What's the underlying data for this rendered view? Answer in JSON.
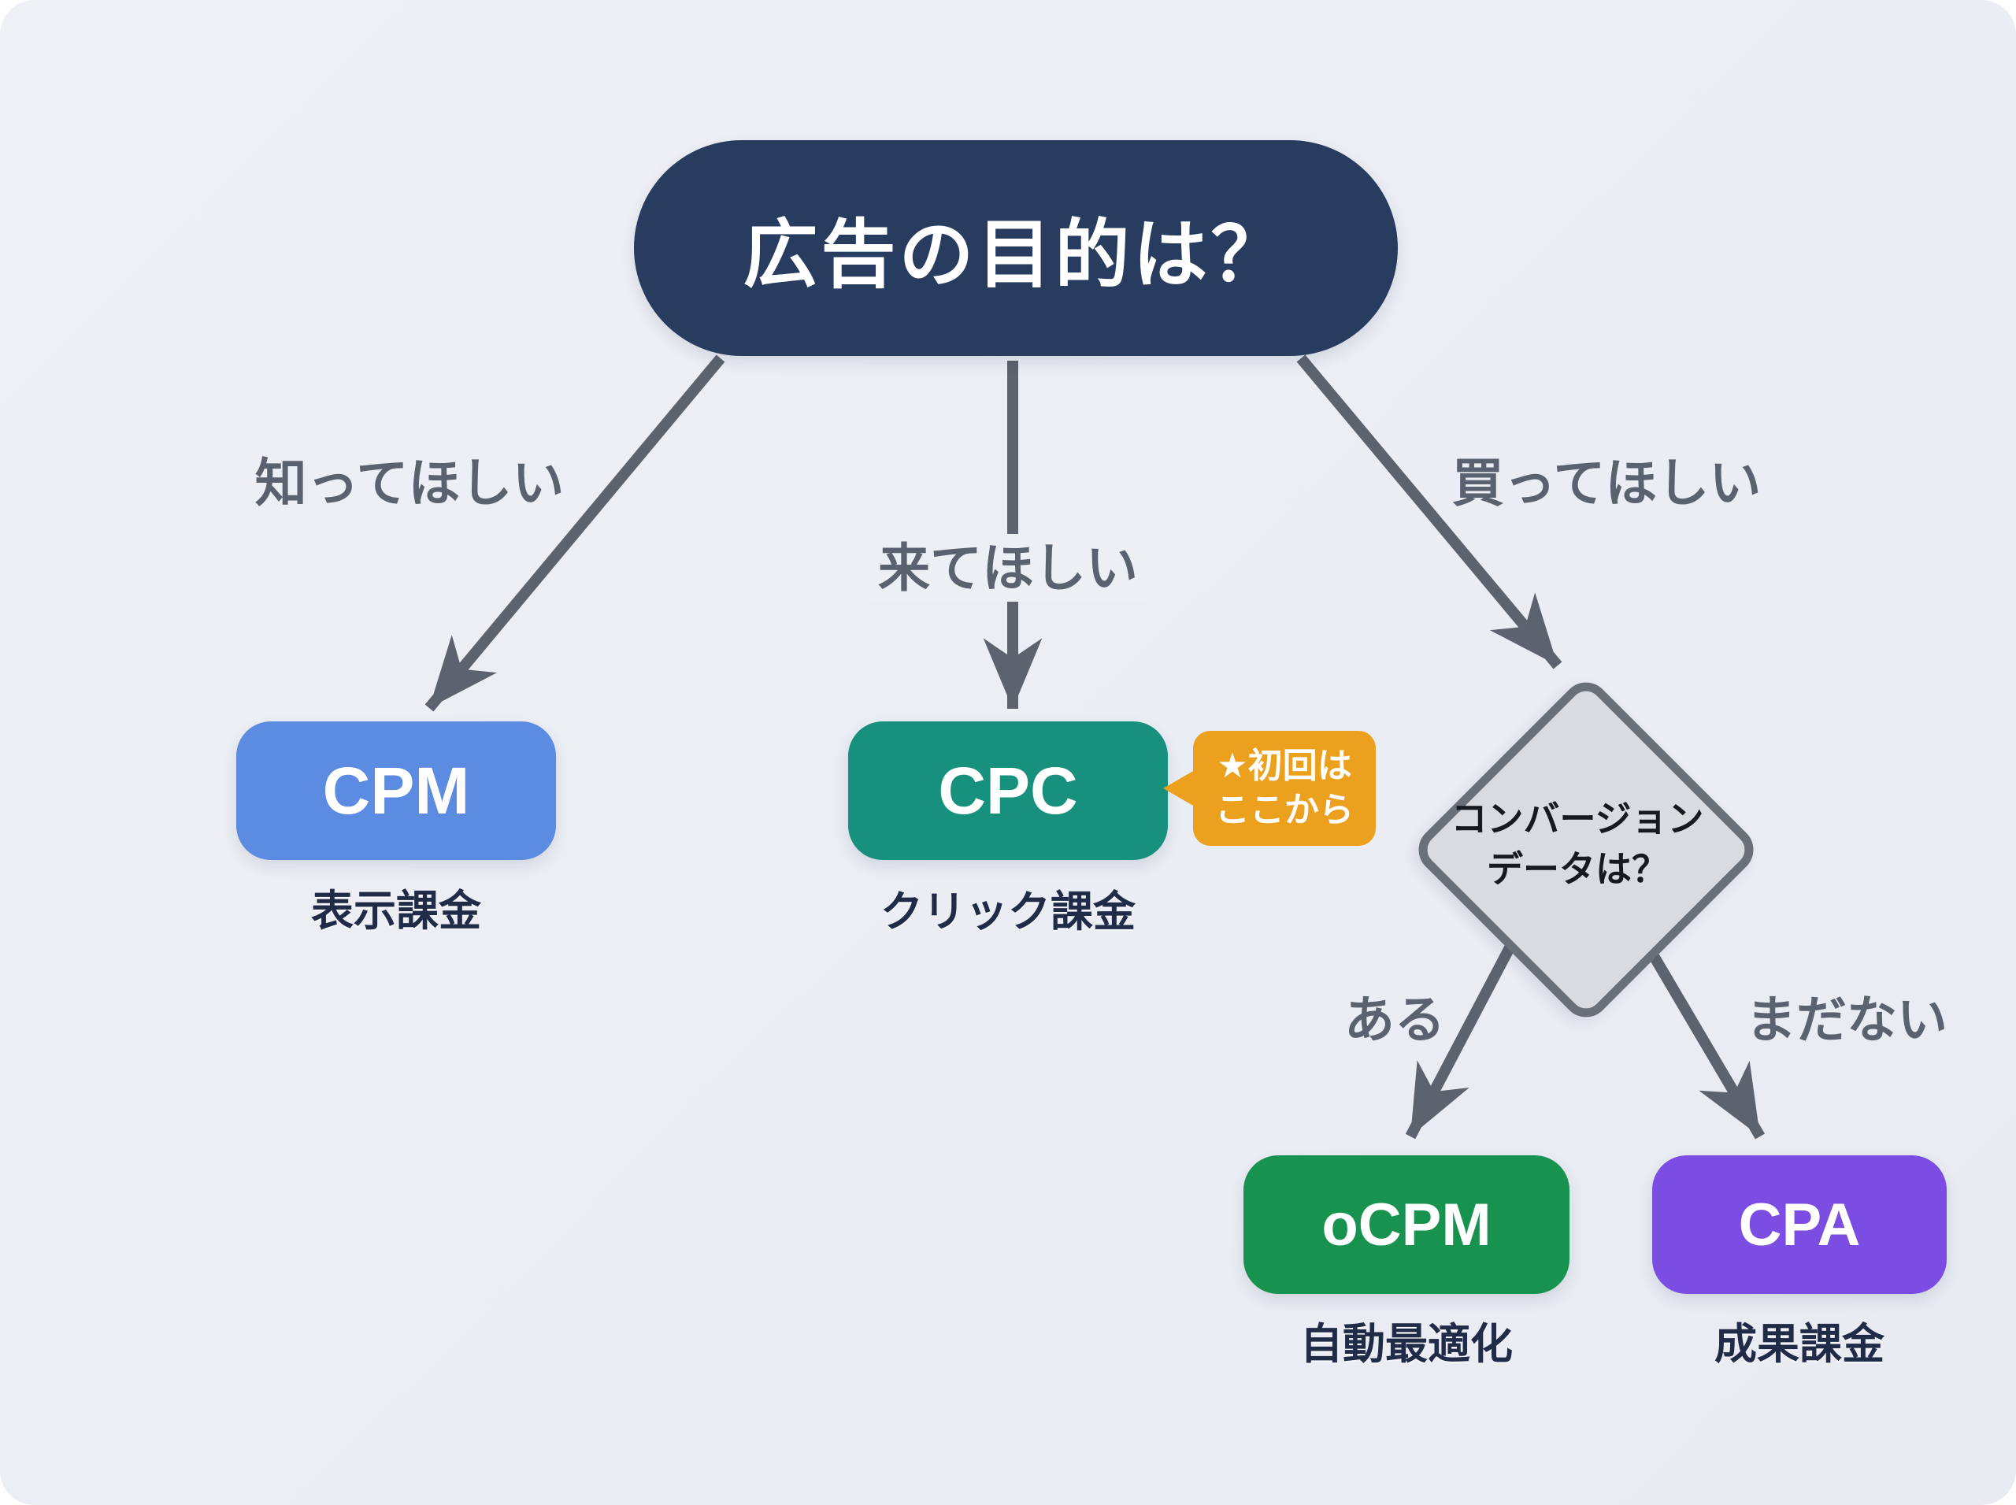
{
  "panel": {
    "background": "#ebeef4"
  },
  "root": {
    "label": "広告の目的は？",
    "color": "#273c5f"
  },
  "branches": {
    "aware": {
      "label": "知ってほしい"
    },
    "visit": {
      "label": "来てほしい"
    },
    "buy": {
      "label": "買ってほしい"
    },
    "has_data": {
      "label": "ある"
    },
    "no_data": {
      "label": "まだない"
    }
  },
  "nodes": {
    "cpm": {
      "label": "CPM",
      "sublabel": "表示課金",
      "color": "#5b8ce1"
    },
    "cpc": {
      "label": "CPC",
      "sublabel": "クリック課金",
      "color": "#17917e"
    },
    "ocpm": {
      "label": "oCPM",
      "sublabel": "自動最適化",
      "color": "#17934f"
    },
    "cpa": {
      "label": "CPA",
      "sublabel": "成果課金",
      "color": "#7c4de2"
    }
  },
  "decision": {
    "line1": "コンバージョン",
    "line2": "データは？",
    "fill": "#d8dbe0",
    "border": "#6a7078"
  },
  "callout": {
    "line1": "★初回は",
    "line2": "ここから",
    "color": "#eba01e",
    "star_icon": "★"
  },
  "arrow_color": "#5c636e"
}
